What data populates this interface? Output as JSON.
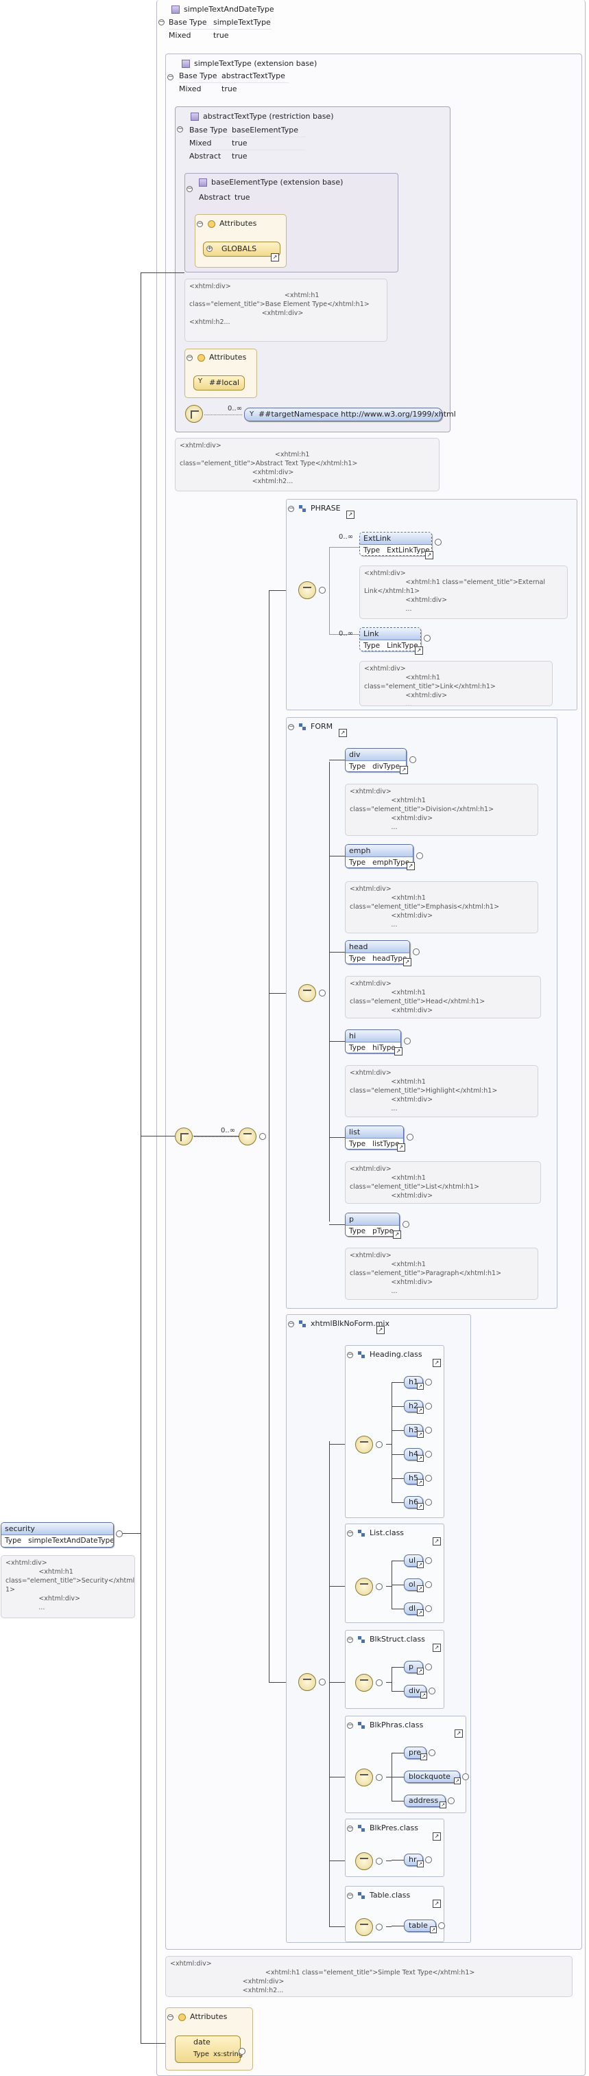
{
  "root_type": {
    "title": "simpleTextAndDateType",
    "rows": [
      {
        "k": "Base Type",
        "v": "simpleTextType"
      },
      {
        "k": "Mixed",
        "v": "true"
      }
    ]
  },
  "simple_text": {
    "title": "simpleTextType (extension base)",
    "rows": [
      {
        "k": "Base Type",
        "v": "abstractTextType"
      },
      {
        "k": "Mixed",
        "v": "true"
      }
    ],
    "doc": "<xhtml:div>\n                                              <xhtml:h1 class=\"element_title\">Simple Text Type</xhtml:h1>\n                                   <xhtml:div>\n                                   <xhtml:h2..."
  },
  "abstract_text": {
    "title": "abstractTextType (restriction base)",
    "rows": [
      {
        "k": "Base Type",
        "v": "baseElementType"
      },
      {
        "k": "Mixed",
        "v": "true"
      },
      {
        "k": "Abstract",
        "v": "true"
      }
    ],
    "doc": "<xhtml:div>\n                                              <xhtml:h1\nclass=\"element_title\">Abstract Text Type</xhtml:h1>\n                                   <xhtml:div>\n                                   <xhtml:h2..."
  },
  "base_element": {
    "title": "baseElementType (extension base)",
    "rows": [
      {
        "k": "Abstract",
        "v": "true"
      }
    ],
    "attributes_label": "Attributes",
    "globals": "GLOBALS",
    "doc": "<xhtml:div>\n                                              <xhtml:h1\nclass=\"element_title\">Base Element Type</xhtml:h1>\n                                   <xhtml:div>\n<xhtml:h2..."
  },
  "attributes2": {
    "label": "Attributes",
    "local": "##local"
  },
  "any_ns": {
    "occ": "0..∞",
    "label": "##targetNamespace http://www.w3.org/1999/xhtml"
  },
  "phrase": {
    "title": "PHRASE",
    "items": [
      {
        "occ": "0..∞",
        "name": "ExtLink",
        "type_key": "Type",
        "type": "ExtLinkType",
        "doc": "<xhtml:div>\n                    <xhtml:h1 class=\"element_title\">External\nLink</xhtml:h1>\n                    <xhtml:div>\n                    ..."
      },
      {
        "occ": "0..∞",
        "name": "Link",
        "type_key": "Type",
        "type": "LinkType",
        "doc": "<xhtml:div>\n                    <xhtml:h1 class=\"element_title\">Link</xhtml:h1>\n                    <xhtml:div>\n                    ..."
      }
    ]
  },
  "choice_occ": "0..∞",
  "form": {
    "title": "FORM",
    "items": [
      {
        "name": "div",
        "type": "divType",
        "doc": "<xhtml:div>\n                    <xhtml:h1\nclass=\"element_title\">Division</xhtml:h1>\n                    <xhtml:div>\n                    ..."
      },
      {
        "name": "emph",
        "type": "emphType",
        "doc": "<xhtml:div>\n                    <xhtml:h1\nclass=\"element_title\">Emphasis</xhtml:h1>\n                    <xhtml:div>\n                    ..."
      },
      {
        "name": "head",
        "type": "headType",
        "doc": "<xhtml:div>\n                    <xhtml:h1 class=\"element_title\">Head</xhtml:h1>\n                    <xhtml:div>\n                    ..."
      },
      {
        "name": "hi",
        "type": "hiType",
        "doc": "<xhtml:div>\n                    <xhtml:h1\nclass=\"element_title\">Highlight</xhtml:h1>\n                    <xhtml:div>\n                    ..."
      },
      {
        "name": "list",
        "type": "listType",
        "doc": "<xhtml:div>\n                    <xhtml:h1 class=\"element_title\">List</xhtml:h1>\n                    <xhtml:div>\n                    ..."
      },
      {
        "name": "p",
        "type": "pType",
        "doc": "<xhtml:div>\n                    <xhtml:h1\nclass=\"element_title\">Paragraph</xhtml:h1>\n                    <xhtml:div>\n                    ..."
      }
    ],
    "type_key": "Type"
  },
  "blk": {
    "title": "xhtmlBlkNoForm.mix",
    "groups": [
      {
        "title": "Heading.class",
        "items": [
          "h1",
          "h2",
          "h3",
          "h4",
          "h5",
          "h6"
        ]
      },
      {
        "title": "List.class",
        "items": [
          "ul",
          "ol",
          "dl"
        ]
      },
      {
        "title": "BlkStruct.class",
        "items": [
          "p",
          "div"
        ]
      },
      {
        "title": "BlkPhras.class",
        "items": [
          "pre",
          "blockquote",
          "address"
        ]
      },
      {
        "title": "BlkPres.class",
        "items": [
          "hr"
        ]
      },
      {
        "title": "Table.class",
        "items": [
          "table"
        ]
      }
    ]
  },
  "security": {
    "name": "security",
    "type_key": "Type",
    "type": "simpleTextAndDateType",
    "doc": "<xhtml:div>\n                <xhtml:h1\nclass=\"element_title\">Security</xhtml:h\n1>\n                <xhtml:div>\n                ..."
  },
  "bottom_attrs": {
    "label": "Attributes",
    "name": "date",
    "type_key": "Type",
    "type": "xs:string"
  }
}
